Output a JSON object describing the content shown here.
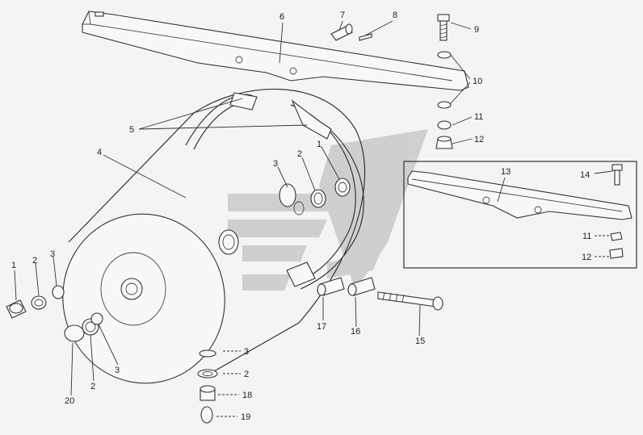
{
  "callouts": {
    "c1a": "1",
    "c1b": "1",
    "c2a": "2",
    "c2b": "2",
    "c2c": "2",
    "c2d": "2",
    "c3a": "3",
    "c3b": "3",
    "c3c": "3",
    "c3d": "3",
    "c4": "4",
    "c5": "5",
    "c6": "6",
    "c7": "7",
    "c8": "8",
    "c9": "9",
    "c10": "10",
    "c11a": "11",
    "c11b": "11",
    "c12a": "12",
    "c12b": "12",
    "c13": "13",
    "c14": "14",
    "c15": "15",
    "c16": "16",
    "c17": "17",
    "c18": "18",
    "c19": "19",
    "c20": "20"
  },
  "colors": {
    "line": "#333333",
    "watermark": "#c9c9c9",
    "background": "#f4f4f2"
  }
}
